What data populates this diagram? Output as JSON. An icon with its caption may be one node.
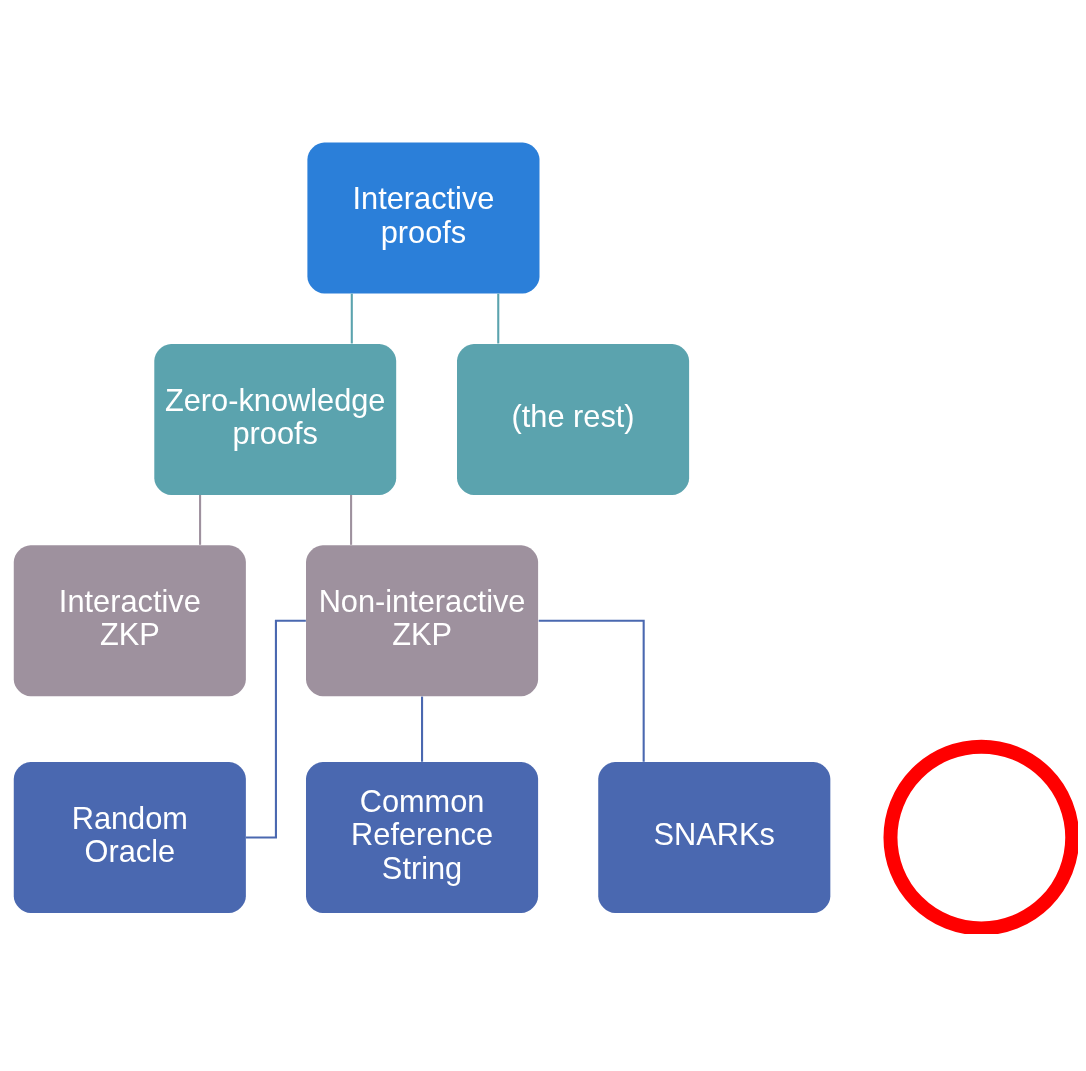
{
  "diagram": {
    "nodes": [
      {
        "text": [
          "Interactive proofs"
        ]
      },
      {
        "text": [
          "Zero-knowledge proofs"
        ]
      },
      {
        "text": [
          "(the rest)"
        ]
      },
      {
        "text": [
          "Interactive ZKP"
        ]
      },
      {
        "text": [
          "Non-interactive ZKP"
        ]
      },
      {
        "text": [
          "Random Oracle"
        ]
      },
      {
        "text": [
          "Common Reference String"
        ]
      },
      {
        "text": [
          "SNARKs"
        ]
      },
      {
        "text": [],
        "shape": "circle"
      }
    ],
    "edges": [
      {
        "from": 0,
        "to": 1,
        "arrow": "none",
        "color": "#5ba3ae"
      },
      {
        "from": 0,
        "to": 2,
        "arrow": "none",
        "color": "#5ba3ae"
      },
      {
        "from": 1,
        "to": 3,
        "arrow": "none",
        "color": "#9e919e"
      },
      {
        "from": 1,
        "to": 4,
        "arrow": "none",
        "color": "#9e919e"
      },
      {
        "from": 4,
        "to": 5,
        "arrow": "none"
      },
      {
        "from": 4,
        "to": 6,
        "arrow": "none"
      },
      {
        "from": 4,
        "to": 7,
        "arrow": "none"
      }
    ]
  }
}
